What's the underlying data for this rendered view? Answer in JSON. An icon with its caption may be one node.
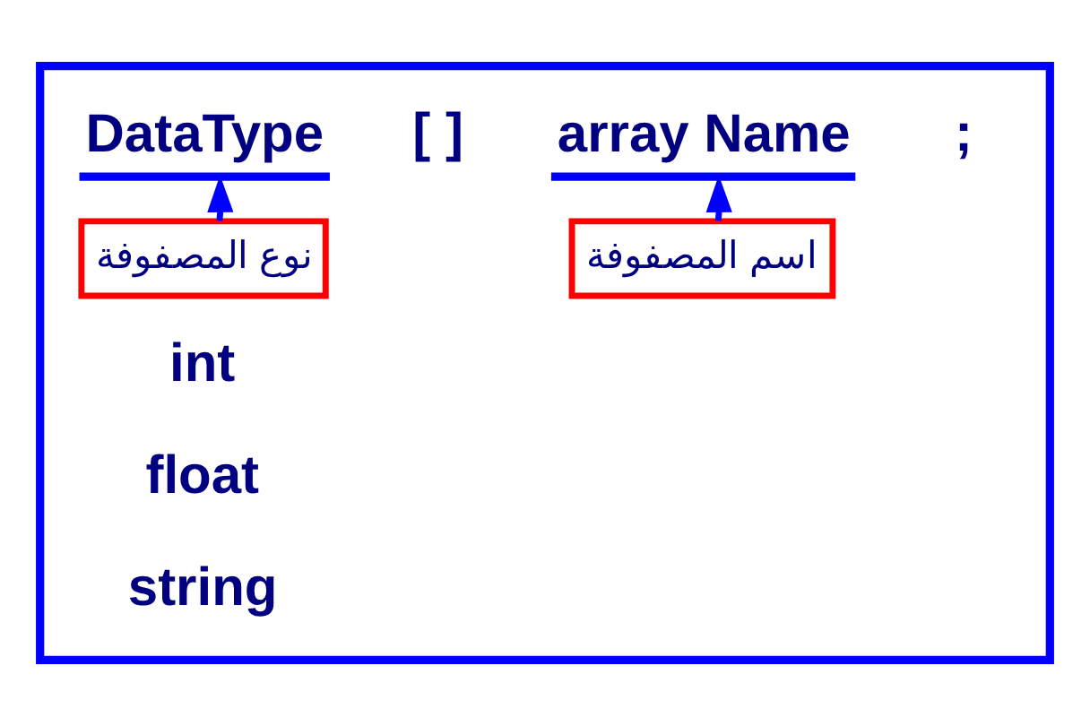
{
  "diagram": {
    "nodes": [
      {
        "text": [],
        "shape": "box"
      },
      {
        "text": [
          "DataType"
        ],
        "in": 0
      },
      {
        "text": [
          "array Name"
        ],
        "in": 0
      },
      {
        "text": [
          "نوع المصفوفة"
        ],
        "in": 0
      },
      {
        "text": [
          "اسم المصفوفة"
        ],
        "in": 0
      }
    ],
    "edges": [
      {
        "from": 3,
        "to": 1,
        "arrow": "to"
      },
      {
        "from": 4,
        "to": 2,
        "arrow": "to"
      }
    ],
    "labels": [
      "[ ]",
      ";",
      "int",
      "float",
      "string"
    ]
  }
}
